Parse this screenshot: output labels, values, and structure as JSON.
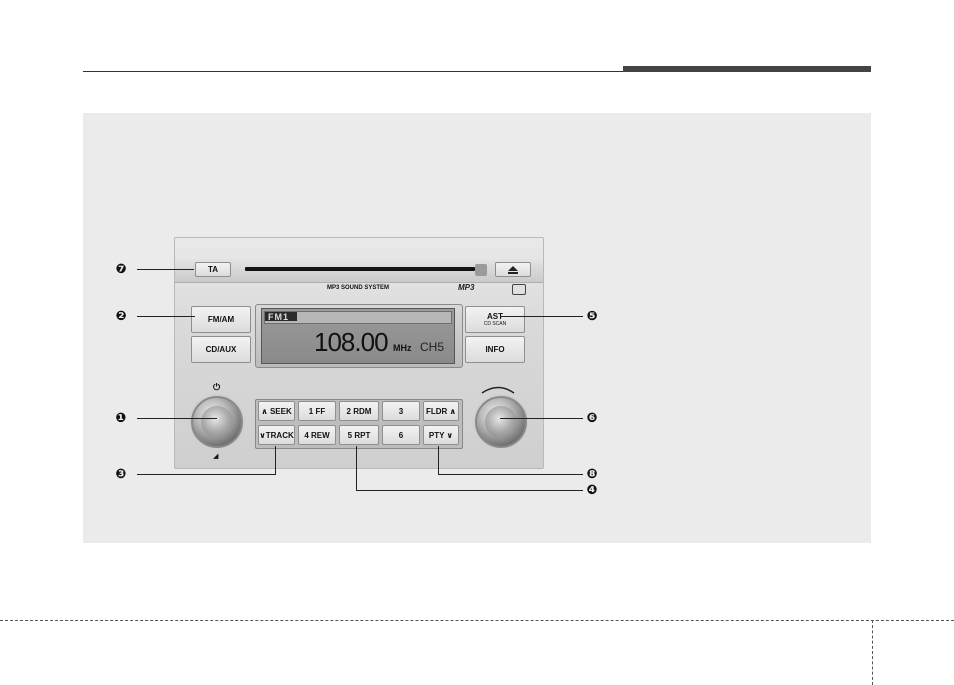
{
  "radio": {
    "ta_label": "TA",
    "system_label": "MP3 SOUND SYSTEM",
    "mp3_badge": "MP3",
    "fm_am_label": "FM/AM",
    "cd_aux_label": "CD/AUX",
    "ast_label": "AST",
    "ast_sub_label": "CD SCAN",
    "info_label": "INFO",
    "power_symbol": "⏻",
    "volume_symbol": "◢",
    "seek_label": "∧ SEEK",
    "track_label": "∨TRACK",
    "preset_1": "1 FF",
    "preset_2": "2 RDM",
    "preset_3": "3",
    "preset_4": "4 REW",
    "preset_5": "5 RPT",
    "preset_6": "6",
    "fldr_label": "FLDR ∧",
    "pty_label": "PTY ∨",
    "eject_icon": "eject-icon",
    "display": {
      "band": "FM1",
      "frequency": "108.00",
      "unit": "MHz",
      "channel": "CH5"
    }
  },
  "callouts": {
    "c1": "❶",
    "c2": "❷",
    "c3": "❸",
    "c4": "❹",
    "c5": "❺",
    "c6": "❻",
    "c7": "❼",
    "c8": "❽"
  }
}
